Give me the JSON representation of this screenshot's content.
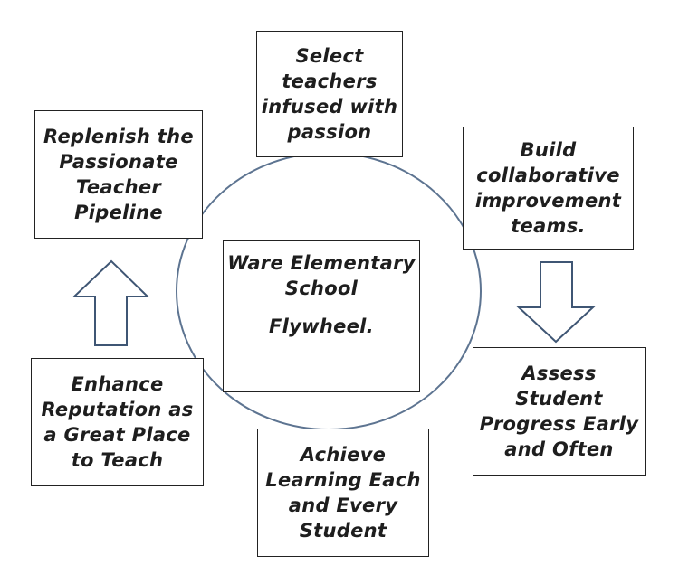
{
  "center": {
    "lines": [
      "Ware Elementary",
      "School",
      "Flywheel."
    ]
  },
  "steps": [
    {
      "id": "select",
      "lines": [
        "Select",
        "teachers",
        "infused with",
        "passion"
      ]
    },
    {
      "id": "build",
      "lines": [
        "Build",
        "collaborative",
        "improvement",
        "teams."
      ]
    },
    {
      "id": "assess",
      "lines": [
        "Assess",
        "Student",
        "Progress Early",
        "and Often"
      ]
    },
    {
      "id": "achieve",
      "lines": [
        "Achieve",
        "Learning Each",
        "and Every",
        "Student"
      ]
    },
    {
      "id": "enhance",
      "lines": [
        "Enhance",
        "Reputation as",
        "a Great Place",
        "to Teach"
      ]
    },
    {
      "id": "replenish",
      "lines": [
        "Replenish the",
        "Passionate",
        "Teacher",
        "Pipeline"
      ]
    }
  ],
  "colors": {
    "circle": "#5d7491",
    "box_border": "#222222",
    "arrow": "#3f5674",
    "text": "#1e1e1e"
  },
  "icons": {
    "down_arrow": "down-arrow-icon",
    "up_arrow": "up-arrow-icon"
  }
}
